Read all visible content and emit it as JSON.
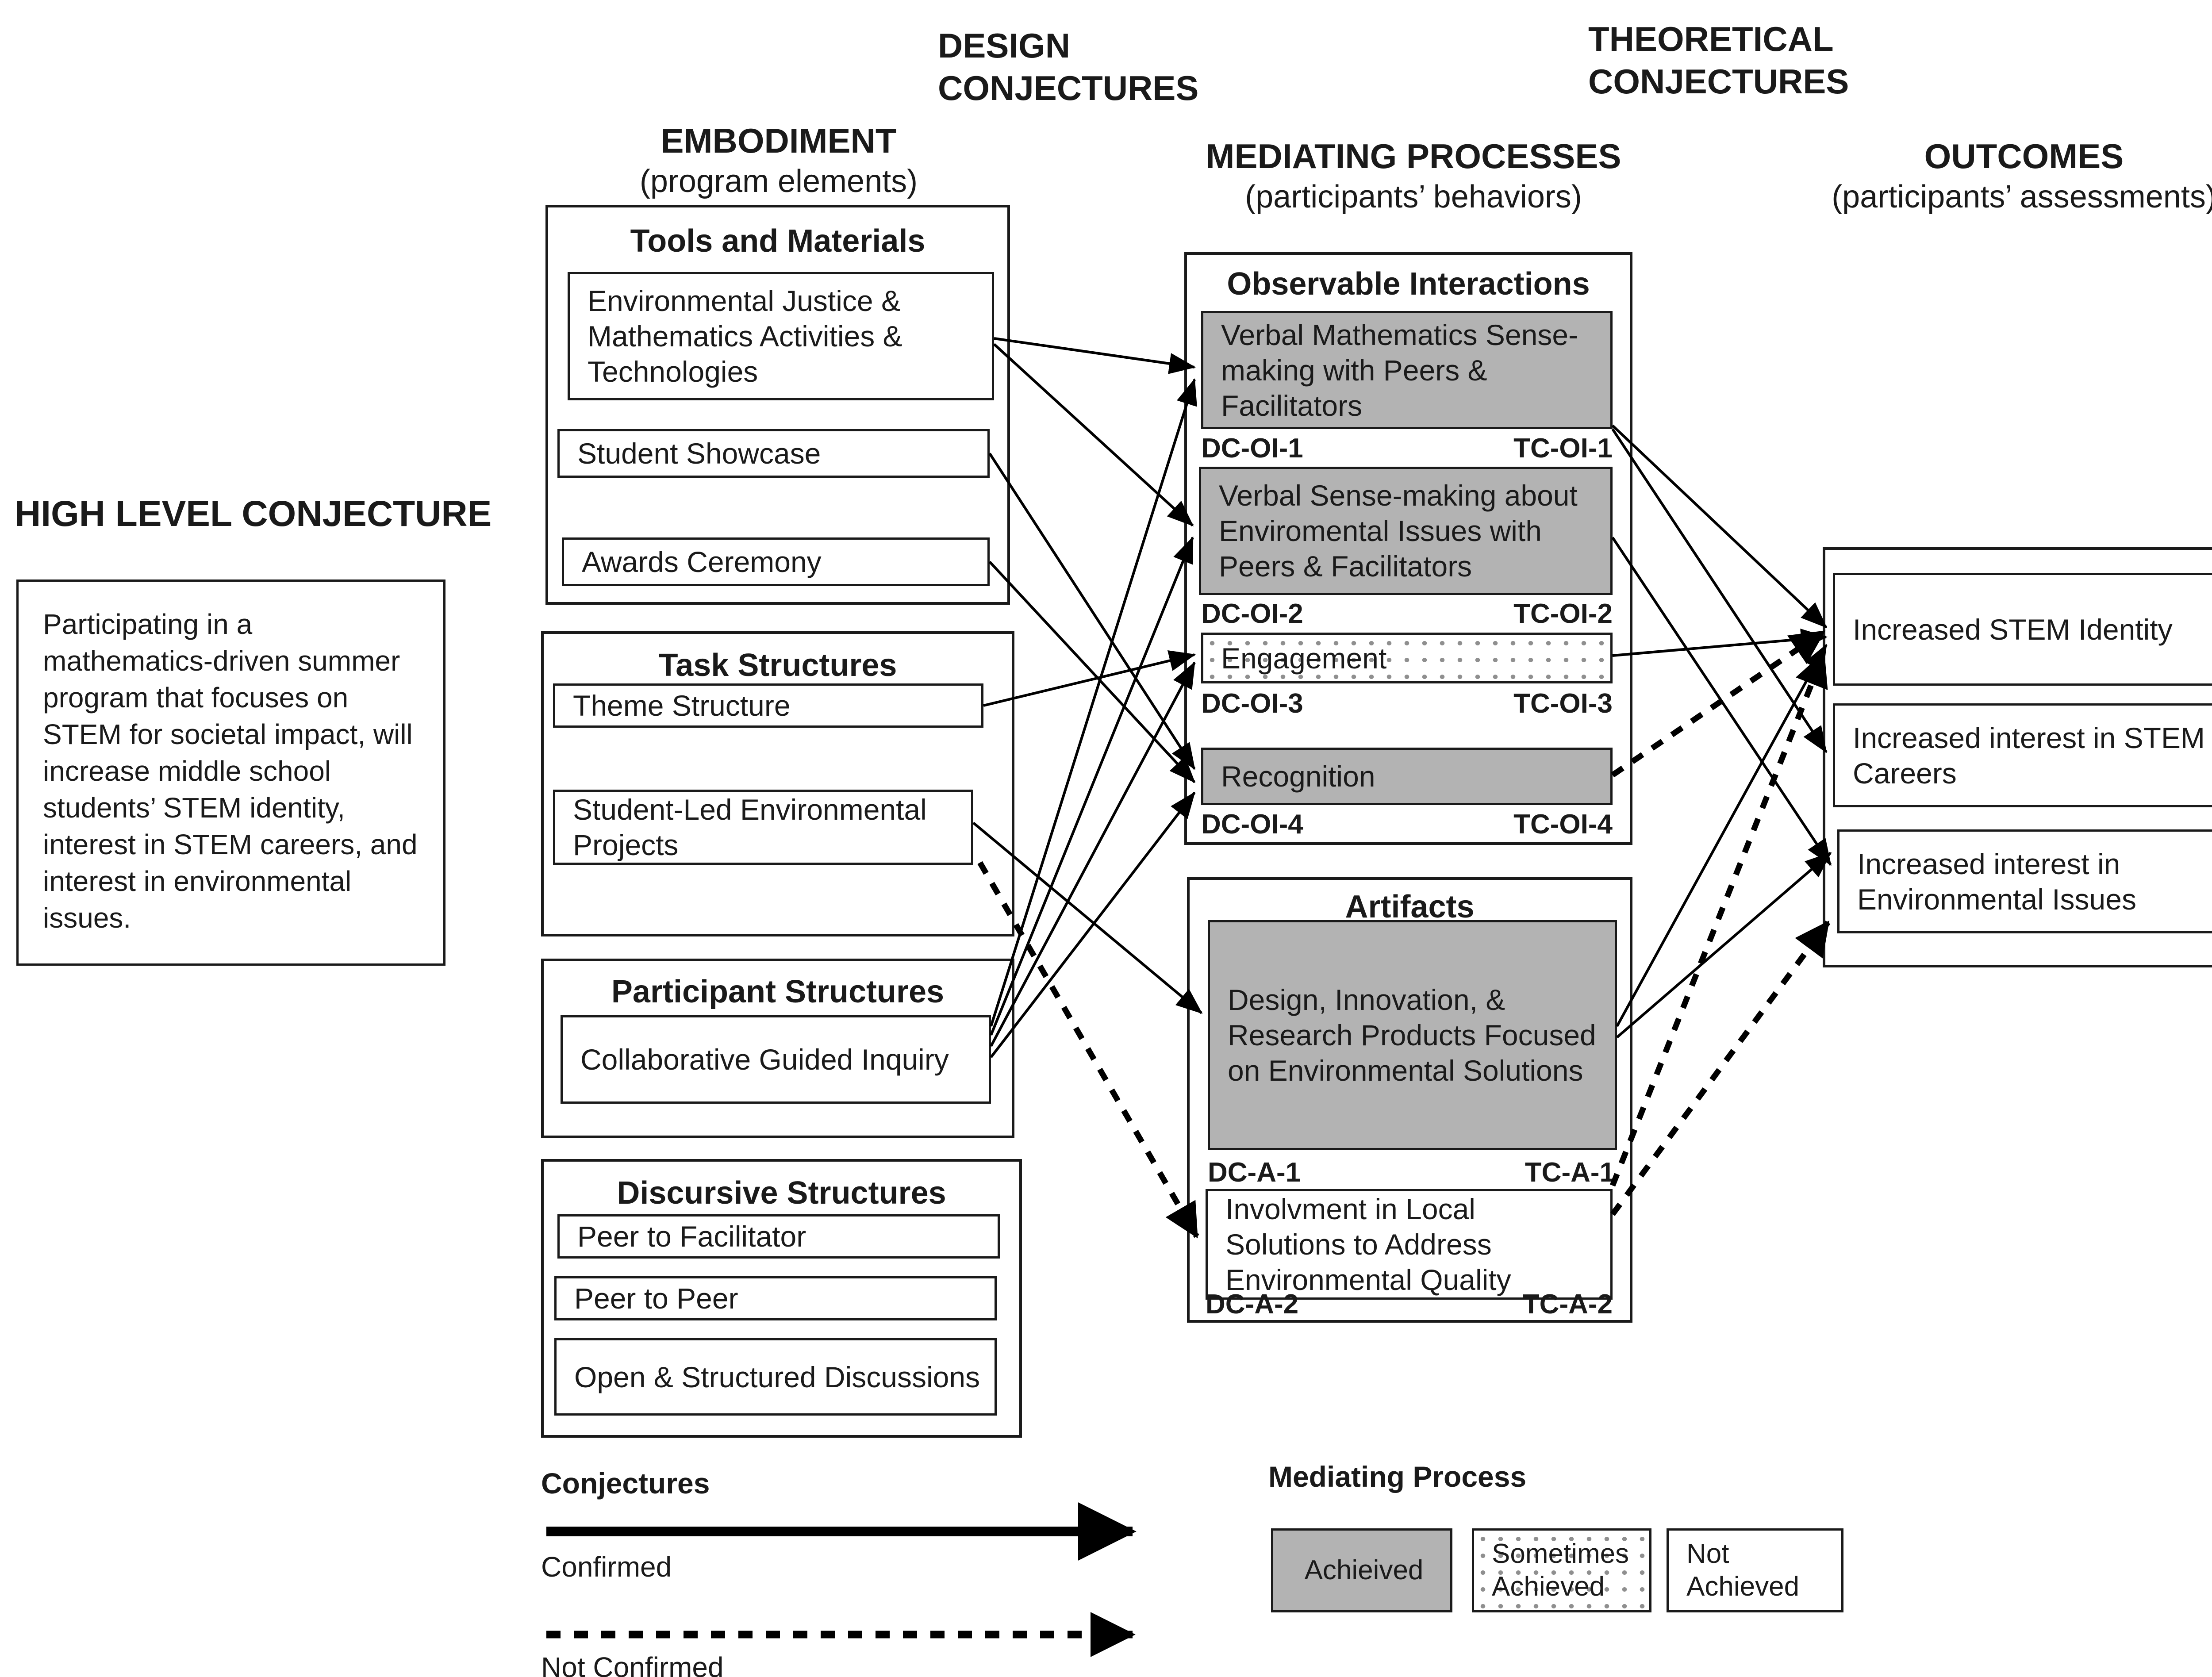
{
  "columns": {
    "design": {
      "l1": "DESIGN",
      "l2": "CONJECTURES"
    },
    "theoretical": {
      "l1": "THEORETICAL",
      "l2": "CONJECTURES"
    },
    "embodiment": {
      "title": "EMBODIMENT",
      "sub": "(program elements)"
    },
    "mediating": {
      "title": "MEDIATING PROCESSES",
      "sub": "(participants’ behaviors)"
    },
    "outcomes": {
      "title": "OUTCOMES",
      "sub": "(participants’ assessments)"
    }
  },
  "high_level": {
    "title": "HIGH LEVEL CONJECTURE",
    "text": "Participating in a mathematics-driven summer program that focuses on STEM for societal impact, will increase middle school students’ STEM identity, interest in STEM careers, and interest in environmental issues."
  },
  "embodiment": {
    "groups": [
      {
        "title": "Tools and Materials",
        "items": [
          "Environmental Justice & Mathematics Activities & Technologies",
          "Student Showcase",
          "Awards Ceremony"
        ]
      },
      {
        "title": "Task Structures",
        "items": [
          "Theme Structure",
          "Student-Led Environmental Projects"
        ]
      },
      {
        "title": "Participant Structures",
        "items": [
          "Collaborative Guided Inquiry"
        ]
      },
      {
        "title": "Discursive Structures",
        "items": [
          "Peer to Facilitator",
          "Peer to Peer",
          "Open & Structured Discussions"
        ]
      }
    ]
  },
  "mediating": {
    "observable": {
      "title": "Observable Interactions",
      "items": [
        {
          "text": "Verbal Mathematics Sense-making with Peers & Facilitators",
          "status": "achieved",
          "dc": "DC-OI-1",
          "tc": "TC-OI-1"
        },
        {
          "text": "Verbal Sense-making about Enviromental Issues with Peers & Facilitators",
          "status": "achieved",
          "dc": "DC-OI-2",
          "tc": "TC-OI-2"
        },
        {
          "text": "Engagement",
          "status": "sometimes",
          "dc": "DC-OI-3",
          "tc": "TC-OI-3"
        },
        {
          "text": "Recognition",
          "status": "achieved",
          "dc": "DC-OI-4",
          "tc": "TC-OI-4"
        }
      ]
    },
    "artifacts": {
      "title": "Artifacts",
      "items": [
        {
          "text": "Design, Innovation, & Research Products Focused on Environmental Solutions",
          "status": "achieved",
          "dc": "DC-A-1",
          "tc": "TC-A-1"
        },
        {
          "text": "Involvment in Local Solutions to Address Environmental Quality",
          "status": "not_achieved",
          "dc": "DC-A-2",
          "tc": "TC-A-2"
        }
      ]
    }
  },
  "outcomes": {
    "items": [
      "Increased STEM Identity",
      "Increased interest in STEM Careers",
      "Increased interest in Environmental Issues"
    ]
  },
  "legend": {
    "conjectures_title": "Conjectures",
    "confirmed": "Confirmed",
    "not_confirmed": "Not Confirmed",
    "process_title": "Mediating Process",
    "achieved": "Achieived",
    "sometimes": "Sometimes Achieved",
    "not_achieved": "Not Achieved"
  },
  "colors": {
    "achieved_fill": "#b3b3b3",
    "line": "#000000",
    "background": "#ffffff"
  }
}
